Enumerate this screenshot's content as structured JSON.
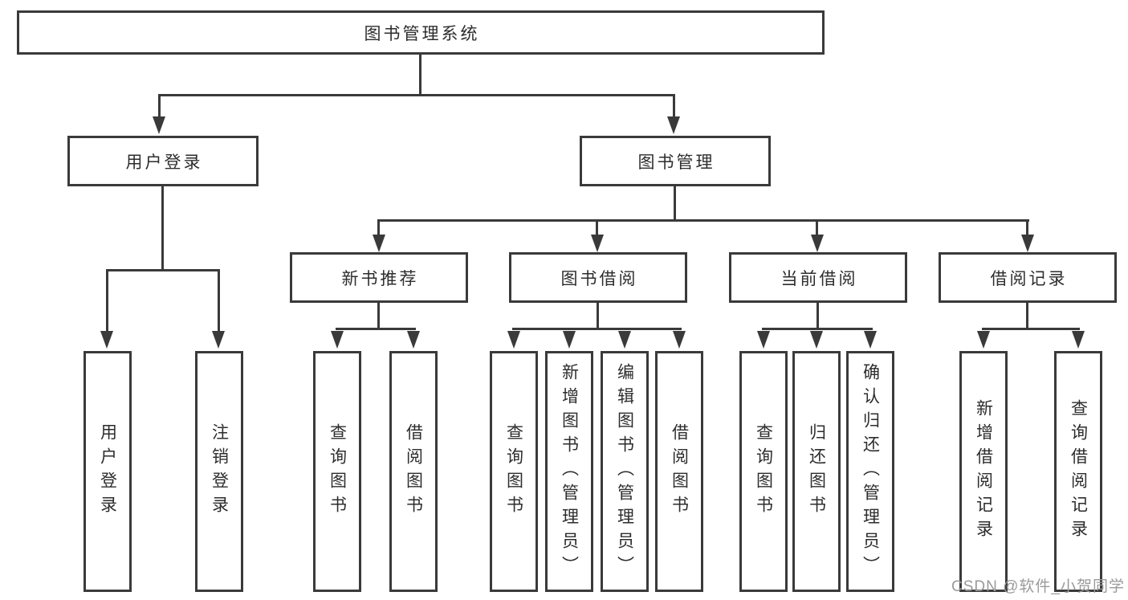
{
  "tree": {
    "root": "图书管理系统",
    "branches": [
      {
        "label": "用户登录",
        "children": [
          "用户登录",
          "注销登录"
        ]
      },
      {
        "label": "图书管理",
        "children": [
          {
            "label": "新书推荐",
            "children": [
              "查询图书",
              "借阅图书"
            ]
          },
          {
            "label": "图书借阅",
            "children": [
              "查询图书",
              "新增图书（管理员）",
              "编辑图书（管理员）",
              "借阅图书"
            ]
          },
          {
            "label": "当前借阅",
            "children": [
              "查询图书",
              "归还图书",
              "确认归还（管理员）"
            ]
          },
          {
            "label": "借阅记录",
            "children": [
              "新增借阅记录",
              "查询借阅记录"
            ]
          }
        ]
      }
    ]
  },
  "watermark": {
    "text": "CSDN @软件_小贺同学"
  },
  "colors": {
    "line": "#3a3a3a",
    "text": "#2d2d2d",
    "watermark": "#9a9a9a",
    "background": "#ffffff"
  }
}
